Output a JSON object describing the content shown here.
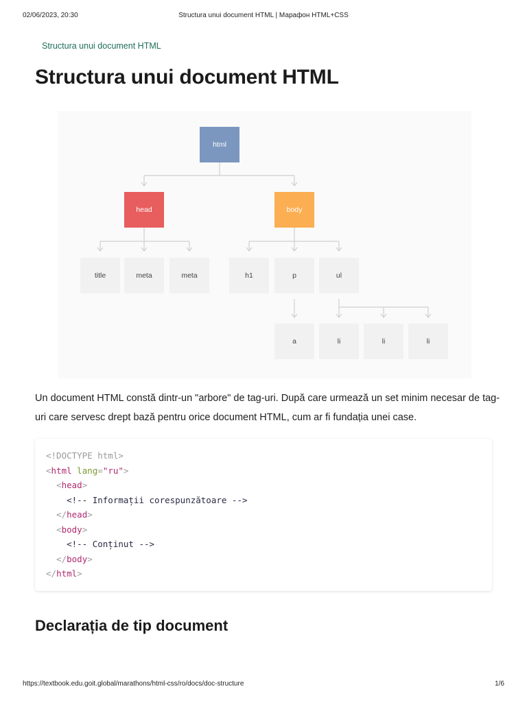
{
  "print_header": {
    "datetime": "02/06/2023, 20:30",
    "title": "Structura unui document HTML | Марафон HTML+CSS"
  },
  "breadcrumb": "Structura unui document HTML",
  "page_title": "Structura unui document HTML",
  "diagram": {
    "root": {
      "label": "html",
      "color": "#7b97bf"
    },
    "head": {
      "label": "head",
      "color": "#e85d5d",
      "children": [
        "title",
        "meta",
        "meta"
      ]
    },
    "body": {
      "label": "body",
      "color": "#fbae52",
      "children": [
        "h1",
        "p",
        "ul"
      ]
    },
    "p_children": [
      "a"
    ],
    "ul_children": [
      "li",
      "li",
      "li"
    ]
  },
  "intro_text": "Un document HTML constă dintr-un \"arbore\" de tag-uri. După care urmează un set minim necesar de tag-uri care servesc drept bază pentru orice document HTML, cum ar fi fundația unei case.",
  "code": {
    "l1": "<!DOCTYPE html>",
    "l2_open": "<",
    "l2_tag": "html",
    "l2_attr": "lang",
    "l2_eq": "=",
    "l2_str": "\"ru\"",
    "l2_close": ">",
    "l3_indent": "  ",
    "l3_open": "<",
    "l3_tag": "head",
    "l3_close": ">",
    "l4": "    <!-- Informații corespunzătoare -->",
    "l5_indent": "  ",
    "l5_open": "</",
    "l5_tag": "head",
    "l5_close": ">",
    "l6_indent": "  ",
    "l6_open": "<",
    "l6_tag": "body",
    "l6_close": ">",
    "l7": "    <!-- Conținut -->",
    "l8_indent": "  ",
    "l8_open": "</",
    "l8_tag": "body",
    "l8_close": ">",
    "l9_open": "</",
    "l9_tag": "html",
    "l9_close": ">"
  },
  "section_heading": "Declarația de tip document",
  "print_footer": {
    "url": "https://textbook.edu.goit.global/marathons/html-css/ro/docs/doc-structure",
    "pages": "1/6"
  }
}
